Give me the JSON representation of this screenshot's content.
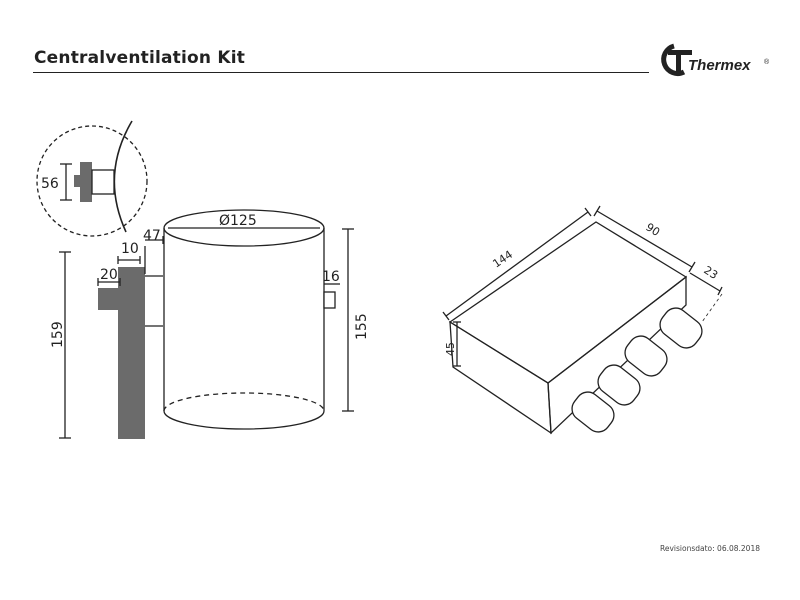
{
  "header": {
    "title": "Centralventilation Kit",
    "logo_text": "Thermex",
    "logo_mark": "®"
  },
  "footer": {
    "revision": "Revisionsdato: 06.08.2018"
  },
  "left_drawing": {
    "dims": {
      "detail_height": "56",
      "plate_thickness": "10",
      "offset": "47",
      "diameter": "Ø125",
      "flange": "20",
      "total_height": "159",
      "pipe_height": "155",
      "right_stub": "16"
    }
  },
  "right_drawing": {
    "dims": {
      "length": "144",
      "width": "90",
      "depth": "23",
      "height": "45"
    },
    "outlet_count": 4
  },
  "colors": {
    "line": "#222222",
    "plate": "#6b6b6b",
    "logo": "#222222"
  }
}
